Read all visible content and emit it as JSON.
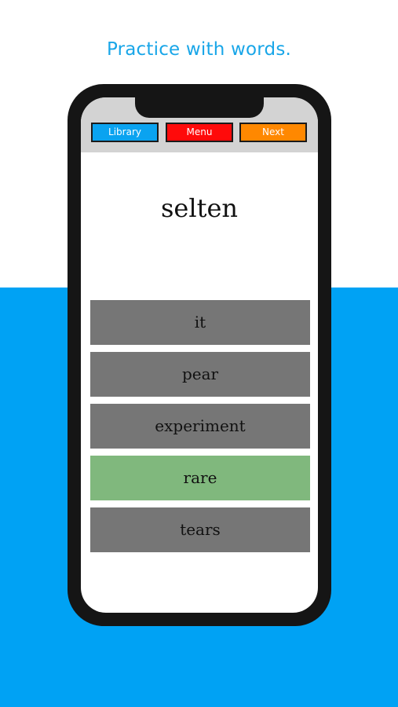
{
  "headline": "Practice with words.",
  "colors": {
    "background_band": "#00a2f4",
    "headline": "#19a6e8",
    "library_button": "#0aa3f0",
    "menu_button": "#ff0a0a",
    "next_button": "#ff8800",
    "option_default": "#767676",
    "option_correct": "#80b87d"
  },
  "nav": {
    "library_label": "Library",
    "menu_label": "Menu",
    "next_label": "Next"
  },
  "quiz": {
    "prompt_word": "selten",
    "options": [
      {
        "label": "it",
        "state": "default"
      },
      {
        "label": "pear",
        "state": "default"
      },
      {
        "label": "experiment",
        "state": "default"
      },
      {
        "label": "rare",
        "state": "correct"
      },
      {
        "label": "tears",
        "state": "default"
      }
    ]
  }
}
